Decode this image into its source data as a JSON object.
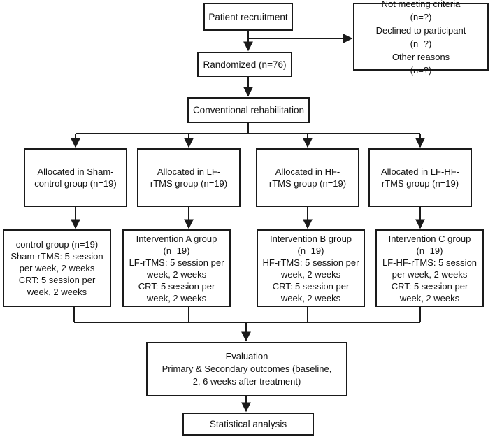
{
  "recruitment": "Patient recruitment",
  "exclusion": {
    "lines": [
      "Not meeting criteria",
      "(n=?)",
      "Declined to participant",
      "(n=?)",
      "Other reasons",
      "(n=?)"
    ]
  },
  "randomized": "Randomized (n=76)",
  "conventional": "Conventional rehabilitation",
  "allocations": [
    {
      "lines": [
        "Allocated in Sham-",
        "control group (n=19)"
      ]
    },
    {
      "lines": [
        "Allocated in LF-",
        "rTMS group (n=19)"
      ]
    },
    {
      "lines": [
        "Allocated in HF-",
        "rTMS group (n=19)"
      ]
    },
    {
      "lines": [
        "Allocated in LF-HF-",
        "rTMS group (n=19)"
      ]
    }
  ],
  "interventions": [
    {
      "lines": [
        "control group (n=19)",
        "Sham-rTMS: 5 session",
        "per week, 2 weeks",
        "CRT: 5 session per",
        "week, 2 weeks"
      ]
    },
    {
      "lines": [
        "Intervention A group",
        "(n=19)",
        "LF-rTMS: 5 session per",
        "week, 2 weeks",
        "CRT: 5 session per",
        "week, 2 weeks"
      ]
    },
    {
      "lines": [
        "Intervention B group",
        "(n=19)",
        "HF-rTMS: 5 session per",
        "week, 2 weeks",
        "CRT: 5 session per",
        "week, 2 weeks"
      ]
    },
    {
      "lines": [
        "Intervention C group",
        "(n=19)",
        "LF-HF-rTMS: 5 session",
        "per week, 2 weeks",
        "CRT: 5 session per",
        "week, 2 weeks"
      ]
    }
  ],
  "evaluation": {
    "lines": [
      "Evaluation",
      "Primary & Secondary outcomes (baseline,",
      "2, 6 weeks after treatment)"
    ]
  },
  "statistical": "Statistical analysis"
}
